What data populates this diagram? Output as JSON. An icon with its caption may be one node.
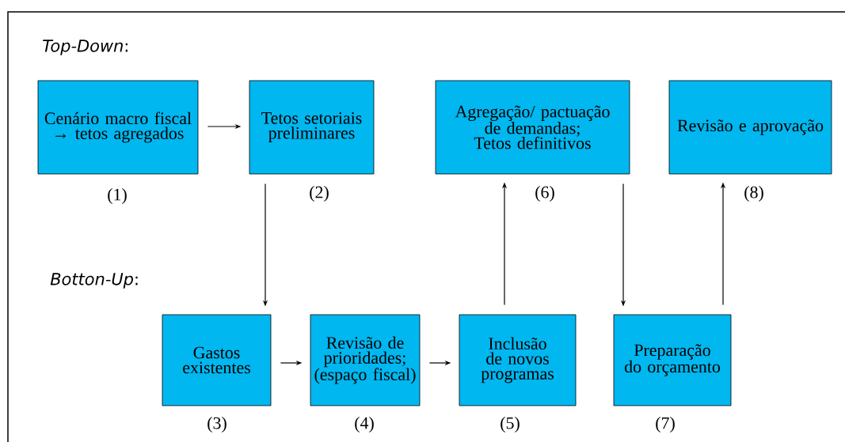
{
  "diagram": {
    "nodes": [
      {
        "text": [
          "Cenário macro fiscal → tetos agregados"
        ],
        "beside": [
          "(1)"
        ]
      },
      {
        "text": [
          "Tetos setoriais preliminares"
        ],
        "beside": [
          "(2)"
        ]
      },
      {
        "text": [
          "Agregação/ pactuação de demandas; Tetos definitivos"
        ],
        "beside": [
          "(6)"
        ]
      },
      {
        "text": [
          "Revisão e aprovação"
        ],
        "beside": [
          "(8)"
        ]
      },
      {
        "text": [
          "Gastos existentes"
        ],
        "beside": [
          "(3)"
        ]
      },
      {
        "text": [
          "Revisão de prioridades; (espaço fiscal)"
        ],
        "beside": [
          "(4)"
        ]
      },
      {
        "text": [
          "Inclusão de novos programas"
        ],
        "beside": [
          "(5)"
        ]
      },
      {
        "text": [
          "Preparação do orçamento"
        ],
        "beside": [
          "(7)"
        ]
      }
    ],
    "edges": [
      {
        "from": 0,
        "to": 1,
        "arrow": "to"
      },
      {
        "from": 1,
        "to": 4,
        "arrow": "to"
      },
      {
        "from": 4,
        "to": 5,
        "arrow": "to"
      },
      {
        "from": 5,
        "to": 6,
        "arrow": "to"
      },
      {
        "from": 6,
        "to": 2,
        "arrow": "to"
      },
      {
        "from": 2,
        "to": 7,
        "arrow": "to"
      },
      {
        "from": 7,
        "to": 3,
        "arrow": "to"
      }
    ],
    "labels": [
      "*Top-Down*:",
      "*Botton-Up*:"
    ]
  }
}
